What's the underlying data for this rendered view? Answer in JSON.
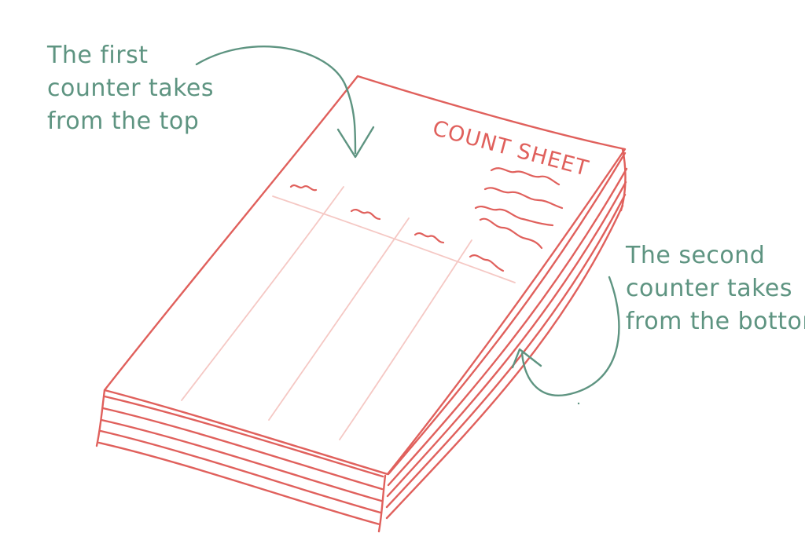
{
  "colors": {
    "sheet": "#e0605c",
    "sheet_light": "#f5c8c4",
    "note": "#5e9481"
  },
  "sheet": {
    "title": "COUNT SHEET"
  },
  "annotations": {
    "top": {
      "lines": [
        "The first",
        "counter takes",
        "from the top"
      ],
      "arrow_icon": "curved-arrow-down-icon"
    },
    "bottom": {
      "lines": [
        "The second",
        "counter takes",
        "from the bottom"
      ],
      "arrow_icon": "curved-arrow-up-icon"
    }
  }
}
